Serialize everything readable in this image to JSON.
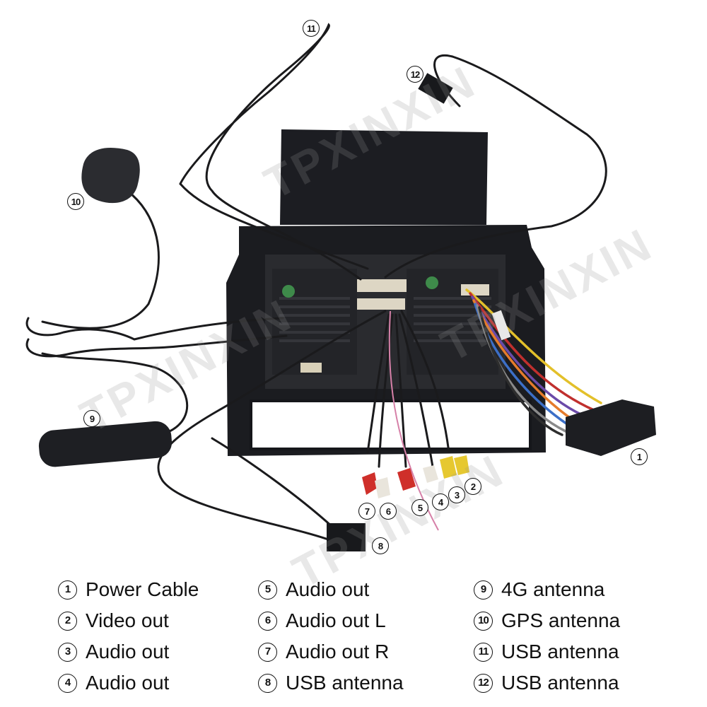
{
  "watermark": "TPXINXIN",
  "callouts": [
    {
      "id": "c11",
      "label": "11"
    },
    {
      "id": "c12",
      "label": "12"
    },
    {
      "id": "c10",
      "label": "10"
    },
    {
      "id": "c9",
      "label": "9"
    },
    {
      "id": "c1",
      "label": "1"
    },
    {
      "id": "c2",
      "label": "2"
    },
    {
      "id": "c3",
      "label": "3"
    },
    {
      "id": "c4",
      "label": "4"
    },
    {
      "id": "c5",
      "label": "5"
    },
    {
      "id": "c6",
      "label": "6"
    },
    {
      "id": "c7",
      "label": "7"
    },
    {
      "id": "c8",
      "label": "8"
    }
  ],
  "legend": {
    "col1": [
      {
        "num": "1",
        "label": "Power Cable"
      },
      {
        "num": "2",
        "label": "Video out"
      },
      {
        "num": "3",
        "label": "Audio out"
      },
      {
        "num": "4",
        "label": "Audio out"
      }
    ],
    "col2": [
      {
        "num": "5",
        "label": "Audio out"
      },
      {
        "num": "6",
        "label": "Audio out L"
      },
      {
        "num": "7",
        "label": "Audio out R"
      },
      {
        "num": "8",
        "label": "USB antenna"
      }
    ],
    "col3": [
      {
        "num": "9",
        "label": "4G antenna"
      },
      {
        "num": "10",
        "label": "GPS antenna"
      },
      {
        "num": "11",
        "label": "USB antenna"
      },
      {
        "num": "12",
        "label": "USB antenna"
      }
    ]
  }
}
